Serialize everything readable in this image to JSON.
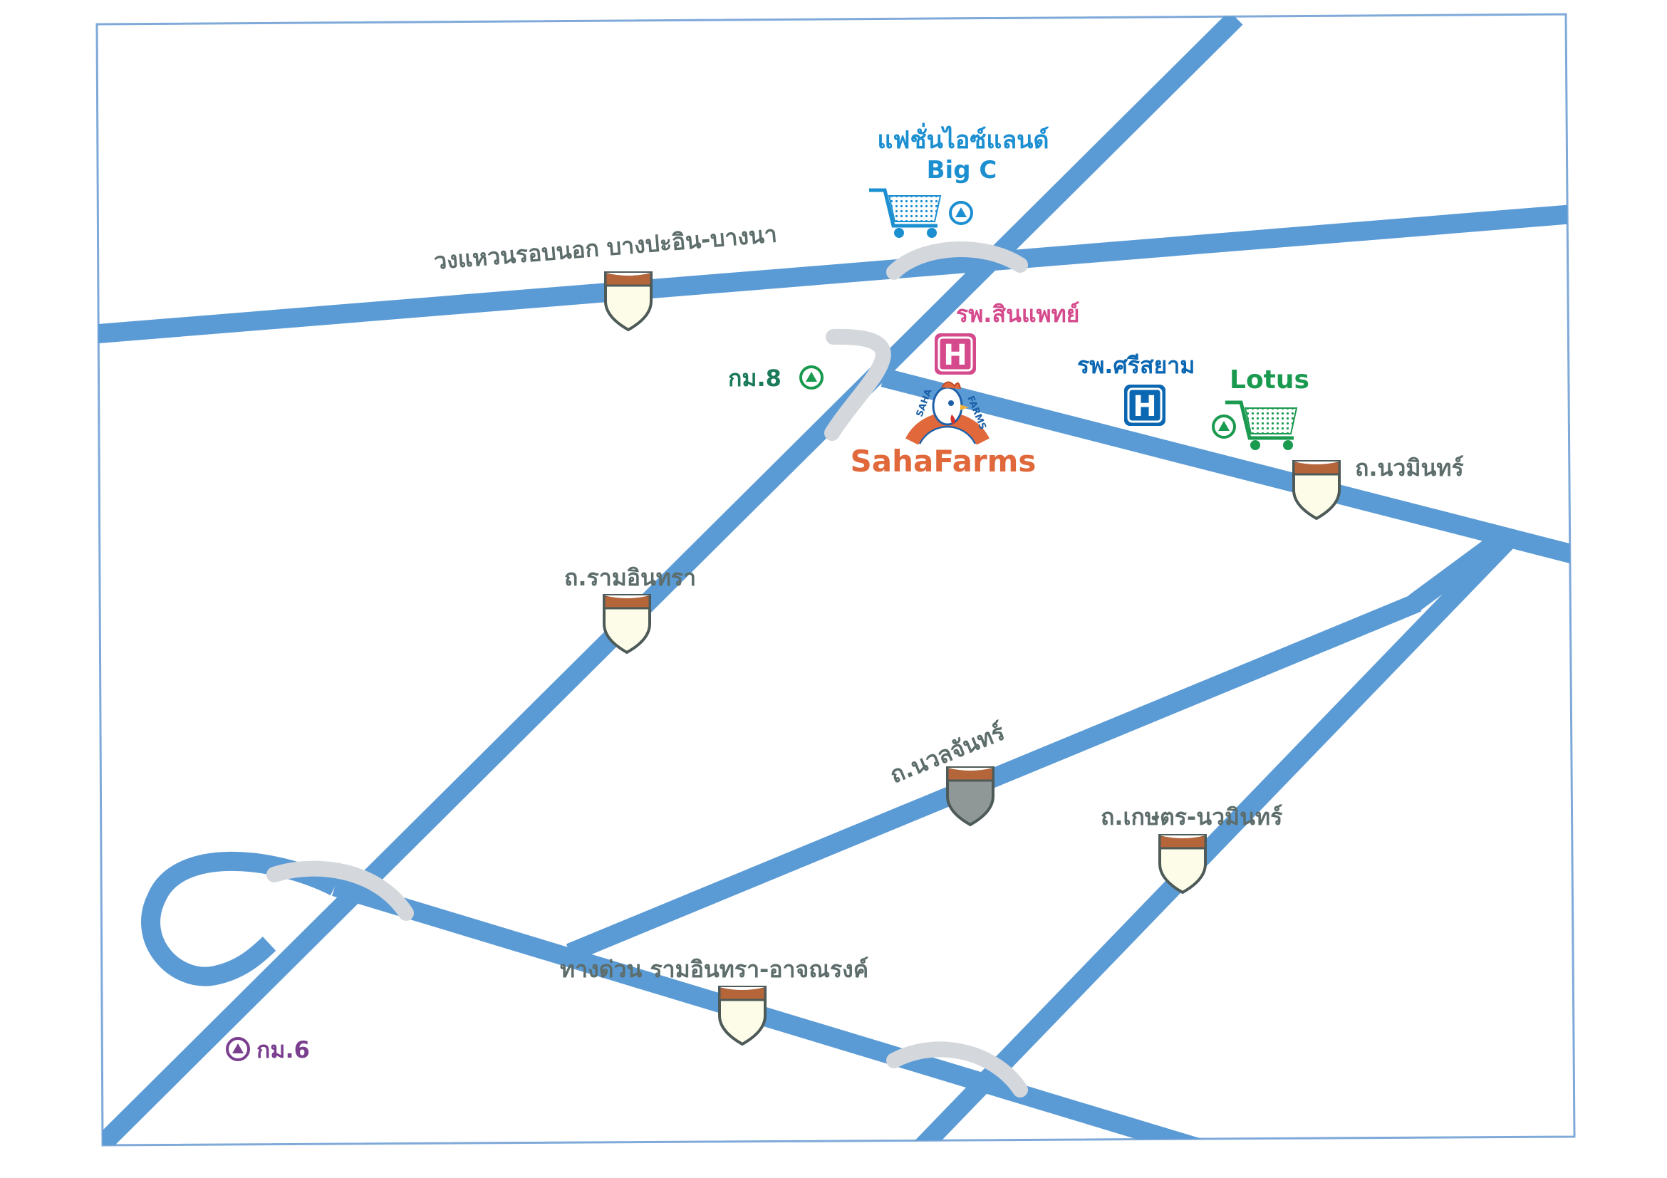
{
  "map": {
    "colors": {
      "road": "#5b9bd5",
      "frame": "#7fa9d9",
      "label_gray": "#5d6d6b",
      "shield_top": "#b5653a",
      "shield_body": "#fdfce8",
      "shield_gray": "#8f9897",
      "bridge": "#d4d8dc",
      "bigc_blue": "#1c8fd1",
      "hospital_pink": "#d54a8c",
      "hospital_blue": "#0b67b2",
      "lotus_green": "#1a9a4f",
      "gas_purple": "#7a3e8f",
      "saha_orange": "#e0683b"
    },
    "roads": {
      "outer_ring": "วงแหวนรอบนอก บางปะอิน-บางนา",
      "nawamin": "ถ.นวมินทร์",
      "ram_inthra": "ถ.รามอินทรา",
      "nuanchan": "ถ.นวลจันทร์",
      "kaset_nawamin": "ถ.เกษตร-นวมินทร์",
      "expressway": "ทางด่วน รามอินทรา-อาจณรงค์"
    },
    "landmarks": {
      "fashion_island": "แฟชั่นไอซ์แลนด์",
      "big_c": "Big C",
      "synphaet": "รพ.สินแพทย์",
      "sriasyam": "รพ.ศรีสยาม",
      "lotus": "Lotus",
      "km8": "กม.8",
      "km6": "กม.6",
      "hospital_letter": "H"
    },
    "logo": {
      "brand": "SahaFarms",
      "ring_left": "SAHA",
      "ring_right": "FARMS"
    }
  }
}
